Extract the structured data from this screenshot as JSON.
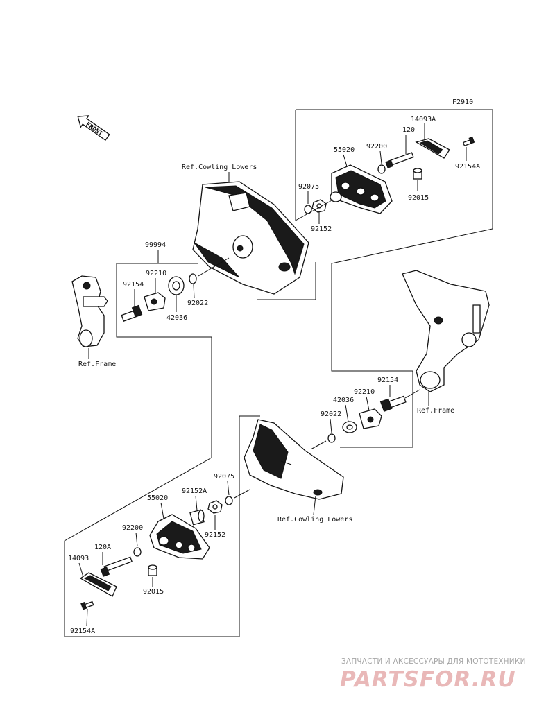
{
  "diagram": {
    "code": "F2910",
    "front_label": "FRONT",
    "refs": {
      "cowling_upper": "Ref.Cowling Lowers",
      "cowling_lower": "Ref.Cowling Lowers",
      "frame_left": "Ref.Frame",
      "frame_right": "Ref.Frame"
    },
    "labels": {
      "p14093A": "14093A",
      "p120": "120",
      "p55020_top": "55020",
      "p92200_top": "92200",
      "p92154A_top": "92154A",
      "p92075_top": "92075",
      "p92015_top": "92015",
      "p92152_top": "92152",
      "p99994": "99994",
      "p92210_left": "92210",
      "p92154_left": "92154",
      "p92022_left": "92022",
      "p42036_left": "42036",
      "p92154_right": "92154",
      "p92210_right": "92210",
      "p42036_right": "42036",
      "p92022_right": "92022",
      "p92075_bot": "92075",
      "p92152A": "92152A",
      "p55020_bot": "55020",
      "p92152_bot": "92152",
      "p92200_bot": "92200",
      "p120A": "120A",
      "p14093": "14093",
      "p92015_bot": "92015",
      "p92154A_bot": "92154A"
    }
  },
  "watermark": {
    "tagline": "ЗАПЧАСТИ И АКСЕССУАРЫ ДЛЯ МОТОТЕХНИКИ",
    "brand": "PARTSFOR.RU"
  }
}
